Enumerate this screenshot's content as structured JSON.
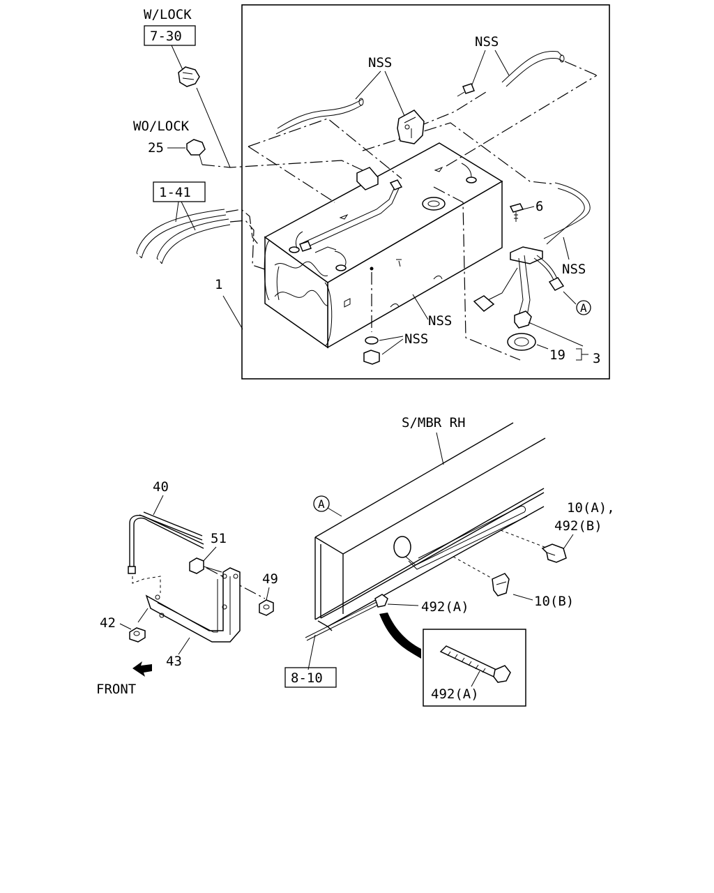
{
  "labels": {
    "w_lock": "W/LOCK",
    "ref_7_30": "7-30",
    "wo_lock": "WO/LOCK",
    "part_25": "25",
    "ref_1_41": "1-41",
    "part_1": "1",
    "nss": "NSS",
    "part_6": "6",
    "part_19": "19",
    "part_3": "3",
    "callout_a": "A",
    "smbr_rh": "S/MBR RH",
    "part_40": "40",
    "part_51": "51",
    "part_49": "49",
    "part_42": "42",
    "part_43": "43",
    "front": "FRONT",
    "part_10a_492b_line1": "10(A),",
    "part_10a_492b_line2": "492(B)",
    "part_10b": "10(B)",
    "part_492a": "492(A)",
    "ref_8_10": "8-10",
    "detail_492a": "492(A)"
  }
}
